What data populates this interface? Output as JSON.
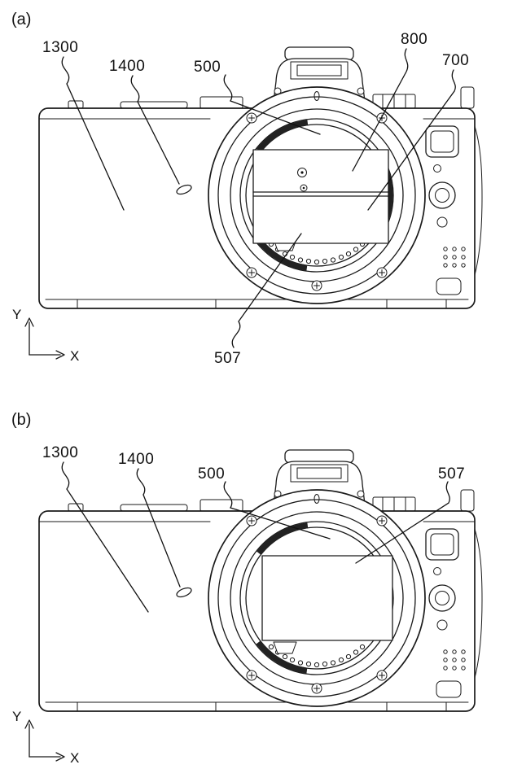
{
  "page": {
    "background": "#ffffff",
    "ink": "#1a1a1a"
  },
  "figure": {
    "views": [
      {
        "tag": "(a)",
        "labels": {
          "l1300": "1300",
          "l1400": "1400",
          "l500": "500",
          "l800": "800",
          "l700": "700",
          "l507": "507"
        },
        "axes": {
          "x": "X",
          "y": "Y"
        }
      },
      {
        "tag": "(b)",
        "labels": {
          "l1300": "1300",
          "l1400": "1400",
          "l500": "500",
          "l507": "507"
        },
        "axes": {
          "x": "X",
          "y": "Y"
        }
      }
    ]
  }
}
